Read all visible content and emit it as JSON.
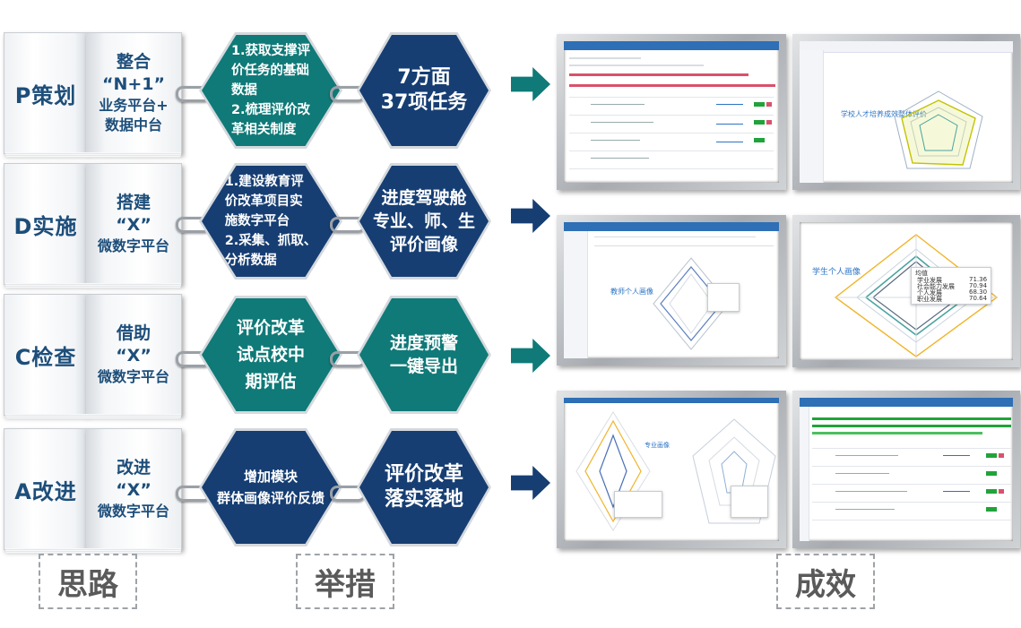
{
  "rows": [
    {
      "phase": "P策划",
      "book_lines": [
        "整合",
        "“N+1”",
        "业务平台+",
        "数据中台"
      ],
      "measure": [
        "1.获取支撑评",
        "价任务的基础",
        "数据",
        "2.梳理评价改",
        "革相关制度"
      ],
      "result": [
        "7方面",
        "37项任务"
      ],
      "colors": {
        "hex1": "#0f7a78",
        "hex2": "#163e73",
        "arrow": "#0f7a78"
      }
    },
    {
      "phase": "D实施",
      "book_lines": [
        "搭建",
        "“X”",
        "微数字平台"
      ],
      "measure": [
        "1.建设教育评",
        "价改革项目实",
        "施数字平台",
        "2.采集、抓取、",
        "分析数据"
      ],
      "result": [
        "进度驾驶舱",
        "专业、师、生",
        "评价画像"
      ],
      "colors": {
        "hex1": "#163e73",
        "hex2": "#163e73",
        "arrow": "#163e73"
      }
    },
    {
      "phase": "C检查",
      "book_lines": [
        "借助",
        "“X”",
        "微数字平台"
      ],
      "measure": [
        "评价改革",
        "试点校中",
        "期评估"
      ],
      "result": [
        "进度预警",
        "一键导出"
      ],
      "colors": {
        "hex1": "#0f7a78",
        "hex2": "#0f7a78",
        "arrow": "#0f7a78"
      }
    },
    {
      "phase": "A改进",
      "book_lines": [
        "改进",
        "“X”",
        "微数字平台"
      ],
      "measure": [
        "增加模块",
        "群体画像评价反馈"
      ],
      "result": [
        "评价改革",
        "落实落地"
      ],
      "colors": {
        "hex1": "#163e73",
        "hex2": "#163e73",
        "arrow": "#163e73"
      }
    }
  ],
  "screens": {
    "radar_school": {
      "title": "学校人才培养成效整体评价"
    },
    "radar_teacher": {
      "title": "教师个人画像"
    },
    "radar_student": {
      "title": "学生个人画像",
      "tooltip_title": "均值",
      "items": [
        {
          "label": "学业发展",
          "value": "71.36"
        },
        {
          "label": "社会能力发展",
          "value": "70.94"
        },
        {
          "label": "个人发展",
          "value": "68.30"
        },
        {
          "label": "职业发展",
          "value": "70.64"
        }
      ]
    },
    "radar_major": {
      "title": "专业画像"
    }
  },
  "bottom_labels": {
    "approach": "思路",
    "measures": "举措",
    "results": "成效"
  }
}
